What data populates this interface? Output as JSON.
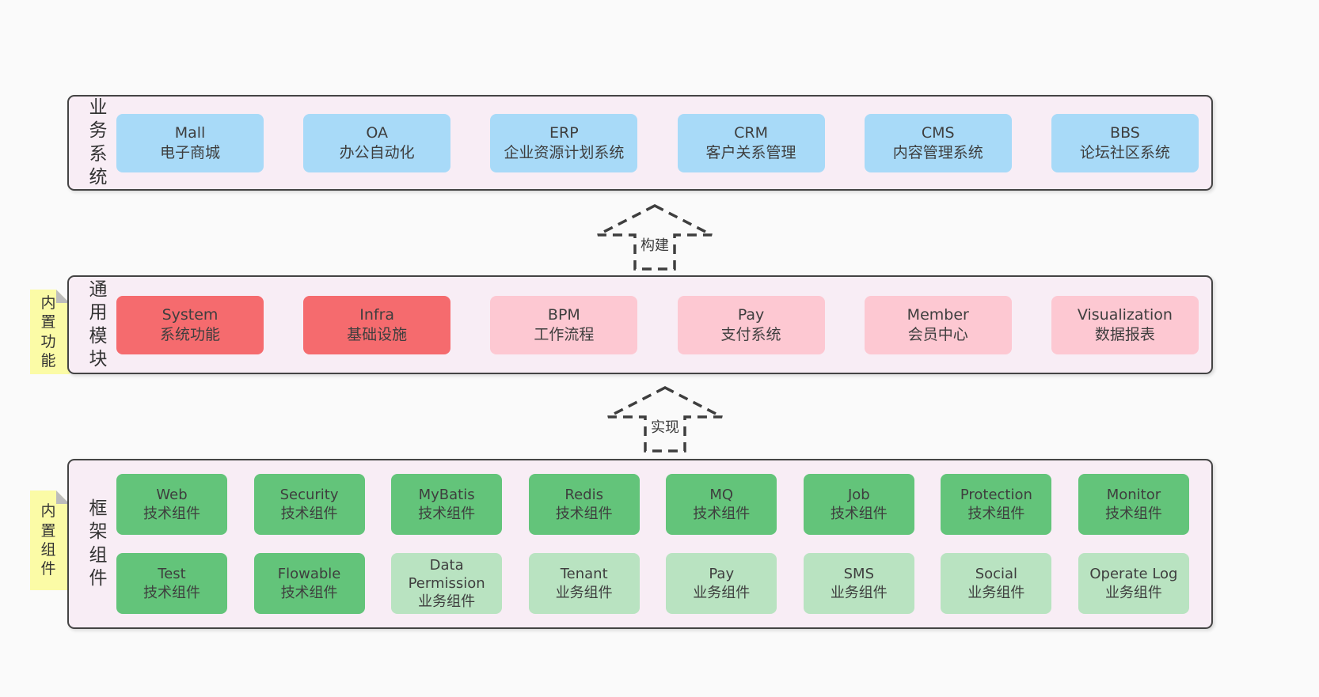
{
  "colors": {
    "page_bg": "#fafafa",
    "band_bg": "#f8edf5",
    "band_border": "#444444",
    "blue": "#a8daf8",
    "red": "#f56b6e",
    "pink": "#fdc8d2",
    "green": "#63c47a",
    "light_green": "#b9e3c1",
    "note_yellow": "#fbfba6",
    "text": "#3e3e3e"
  },
  "bands": [
    {
      "label": "业务系统",
      "rows": [
        [
          {
            "en": "Mall",
            "zh": "电子商城",
            "type": "blue"
          },
          {
            "en": "OA",
            "zh": "办公自动化",
            "type": "blue"
          },
          {
            "en": "ERP",
            "zh": "企业资源计划系统",
            "type": "blue"
          },
          {
            "en": "CRM",
            "zh": "客户关系管理",
            "type": "blue"
          },
          {
            "en": "CMS",
            "zh": "内容管理系统",
            "type": "blue"
          },
          {
            "en": "BBS",
            "zh": "论坛社区系统",
            "type": "blue"
          }
        ]
      ]
    },
    {
      "label": "通用模块",
      "note": "内置功能",
      "rows": [
        [
          {
            "en": "System",
            "zh": "系统功能",
            "type": "red"
          },
          {
            "en": "Infra",
            "zh": "基础设施",
            "type": "red"
          },
          {
            "en": "BPM",
            "zh": "工作流程",
            "type": "pink"
          },
          {
            "en": "Pay",
            "zh": "支付系统",
            "type": "pink"
          },
          {
            "en": "Member",
            "zh": "会员中心",
            "type": "pink"
          },
          {
            "en": "Visualization",
            "zh": "数据报表",
            "type": "pink"
          }
        ]
      ]
    },
    {
      "label": "框架组件",
      "note": "内置组件",
      "rows": [
        [
          {
            "en": "Web",
            "zh": "技术组件",
            "type": "green"
          },
          {
            "en": "Security",
            "zh": "技术组件",
            "type": "green"
          },
          {
            "en": "MyBatis",
            "zh": "技术组件",
            "type": "green"
          },
          {
            "en": "Redis",
            "zh": "技术组件",
            "type": "green"
          },
          {
            "en": "MQ",
            "zh": "技术组件",
            "type": "green"
          },
          {
            "en": "Job",
            "zh": "技术组件",
            "type": "green"
          },
          {
            "en": "Protection",
            "zh": "技术组件",
            "type": "green"
          },
          {
            "en": "Monitor",
            "zh": "技术组件",
            "type": "green"
          }
        ],
        [
          {
            "en": "Test",
            "zh": "技术组件",
            "type": "green"
          },
          {
            "en": "Flowable",
            "zh": "技术组件",
            "type": "green"
          },
          {
            "en": "Data Permission",
            "zh": "业务组件",
            "type": "lightgreen"
          },
          {
            "en": "Tenant",
            "zh": "业务组件",
            "type": "lightgreen"
          },
          {
            "en": "Pay",
            "zh": "业务组件",
            "type": "lightgreen"
          },
          {
            "en": "SMS",
            "zh": "业务组件",
            "type": "lightgreen"
          },
          {
            "en": "Social",
            "zh": "业务组件",
            "type": "lightgreen"
          },
          {
            "en": "Operate Log",
            "zh": "业务组件",
            "type": "lightgreen"
          }
        ]
      ]
    }
  ],
  "arrows": [
    {
      "label": "构建"
    },
    {
      "label": "实现"
    }
  ]
}
